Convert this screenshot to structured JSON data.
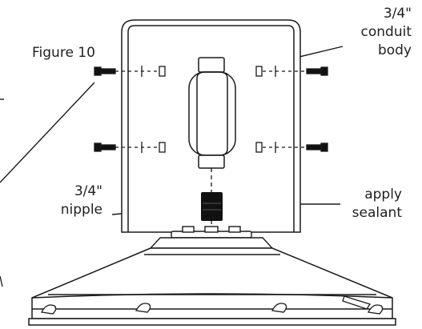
{
  "figure_label": "Figure 10",
  "callouts": {
    "conduit_body": [
      "3/4\"",
      "conduit",
      "body"
    ],
    "nipple": [
      "3/4\"",
      "nipple"
    ],
    "sealant": [
      "apply",
      "sealant"
    ]
  },
  "colors": {
    "line": "#1a1a1a",
    "fill": "#ffffff",
    "dark_part": "#111111"
  }
}
